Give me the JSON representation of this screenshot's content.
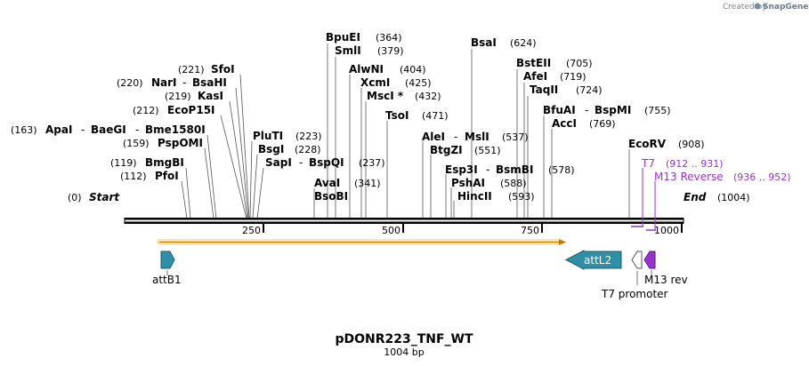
{
  "credit": {
    "text": "Created by",
    "brand": "SnapGene"
  },
  "plasmid": {
    "name": "pDONR223_TNF_WT",
    "length_label": "1004 bp"
  },
  "ruler": {
    "ticks": [
      "250",
      "500",
      "750",
      "1000"
    ]
  },
  "ends": {
    "start": {
      "pos": "(0)",
      "label": "Start"
    },
    "end": {
      "pos": "(1004)",
      "label": "End"
    }
  },
  "sites": [
    {
      "pos": "(364)",
      "left": [
        "BpuEI"
      ]
    },
    {
      "pos": "(379)",
      "left": [
        "SmlI"
      ]
    },
    {
      "pos": "(404)",
      "left": [
        "AlwNI"
      ]
    },
    {
      "pos": "(425)",
      "left": [
        "XcmI"
      ]
    },
    {
      "pos": "(432)",
      "left": [
        "MscI *"
      ]
    },
    {
      "pos": "(471)",
      "left": [
        "TsoI"
      ]
    },
    {
      "pos": "(221)",
      "left": [
        "SfoI"
      ]
    },
    {
      "pos": "(220)",
      "left": [
        "NarI",
        "BsaHI"
      ]
    },
    {
      "pos": "(219)",
      "left": [
        "KasI"
      ]
    },
    {
      "pos": "(212)",
      "left": [
        "EcoP15I"
      ]
    },
    {
      "pos": "(163)",
      "left": [
        "ApaI",
        "BaeGI",
        "Bme1580I"
      ]
    },
    {
      "pos": "(159)",
      "left": [
        "PspOMI"
      ]
    },
    {
      "pos": "(119)",
      "left": [
        "BmgBI"
      ]
    },
    {
      "pos": "(112)",
      "left": [
        "PfoI"
      ]
    },
    {
      "pos": "(223)",
      "right": [
        "PluTI"
      ]
    },
    {
      "pos": "(228)",
      "right": [
        "BsgI"
      ]
    },
    {
      "pos": "(237)",
      "right": [
        "SapI",
        "BspQI"
      ]
    },
    {
      "pos": "(341)",
      "right": [
        "AvaI",
        "BsoBI"
      ]
    },
    {
      "pos": "(624)",
      "left": [
        "BsaI"
      ]
    },
    {
      "pos": "(705)",
      "left": [
        "BstEII"
      ]
    },
    {
      "pos": "(719)",
      "left": [
        "AfeI"
      ]
    },
    {
      "pos": "(724)",
      "left": [
        "TaqII"
      ]
    },
    {
      "pos": "(755)",
      "left": [
        "BfuAI",
        "BspMI"
      ]
    },
    {
      "pos": "(769)",
      "left": [
        "AccI"
      ]
    },
    {
      "pos": "(537)",
      "left": [
        "AleI",
        "MslI"
      ]
    },
    {
      "pos": "(551)",
      "left": [
        "BtgZI"
      ]
    },
    {
      "pos": "(578)",
      "left": [
        "Esp3I",
        "BsmBI"
      ]
    },
    {
      "pos": "(588)",
      "left": [
        "PshAI"
      ]
    },
    {
      "pos": "(593)",
      "left": [
        "HincII"
      ]
    },
    {
      "pos": "(908)",
      "left": [
        "EcoRV"
      ]
    }
  ],
  "primers": [
    {
      "name": "T7",
      "range": "(912 .. 931)"
    },
    {
      "name": "M13 Reverse",
      "range": "(936 .. 952)"
    }
  ],
  "features": [
    {
      "name": "attB1",
      "type": "box",
      "color": "#2e8fa6"
    },
    {
      "name": "attL2",
      "type": "arrow",
      "color": "#2e8fa6"
    },
    {
      "name": "T7 promoter",
      "type": "arrow",
      "color": "#ffffff"
    },
    {
      "name": "M13 rev",
      "type": "arrow",
      "color": "#9a32cd"
    }
  ],
  "colors": {
    "orf": "#f5a623",
    "primer": "#9a32cd",
    "feature": "#2e8fa6"
  }
}
